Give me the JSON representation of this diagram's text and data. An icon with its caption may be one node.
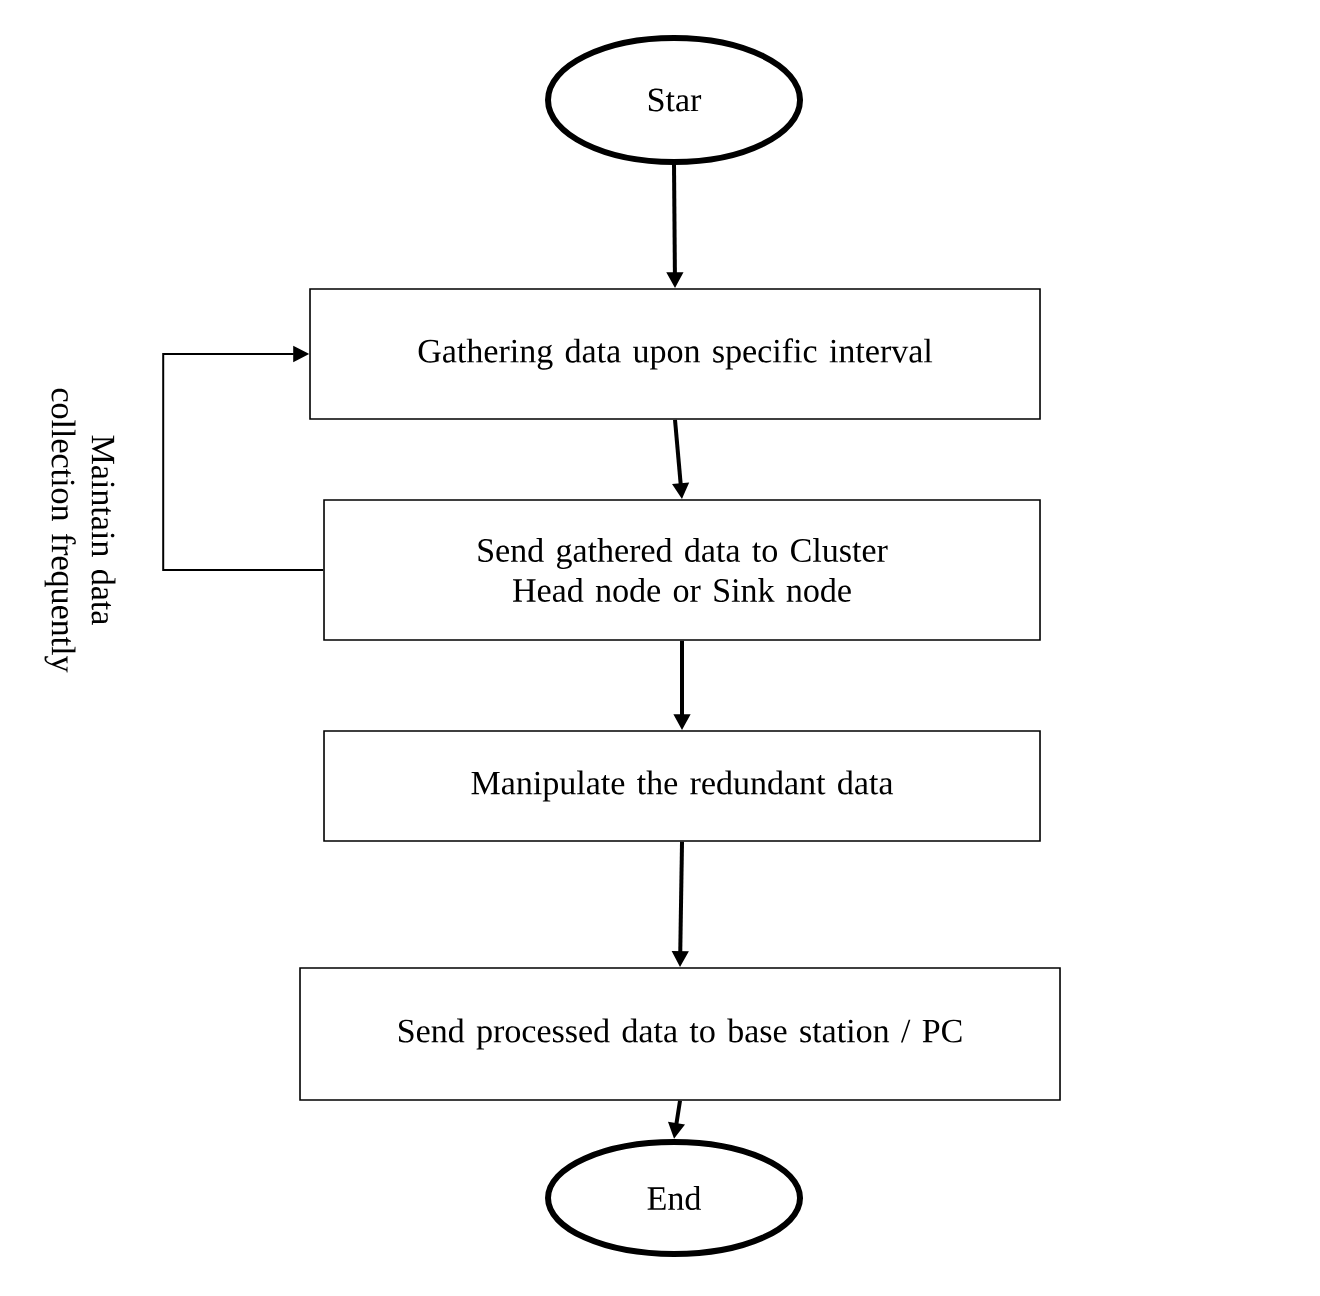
{
  "diagram": {
    "nodes": [
      {
        "text": [
          "Star"
        ]
      },
      {
        "text": [
          "Gathering data upon specific interval"
        ]
      },
      {
        "text": [
          "Send gathered data to Cluster Head node or Sink node"
        ]
      },
      {
        "text": [
          "Manipulate the redundant data"
        ]
      },
      {
        "text": [
          "Send processed data to base station / PC"
        ]
      },
      {
        "text": [
          "End"
        ]
      }
    ],
    "edges": [
      {
        "from": 0,
        "to": 1,
        "arrow": "to"
      },
      {
        "from": 1,
        "to": 2,
        "arrow": "to"
      },
      {
        "from": 2,
        "to": 1,
        "arrow": "to",
        "label": "Maintain data collection frequently"
      },
      {
        "from": 2,
        "to": 3,
        "arrow": "to"
      },
      {
        "from": 3,
        "to": 4,
        "arrow": "to"
      },
      {
        "from": 4,
        "to": 5,
        "arrow": "to"
      }
    ]
  }
}
